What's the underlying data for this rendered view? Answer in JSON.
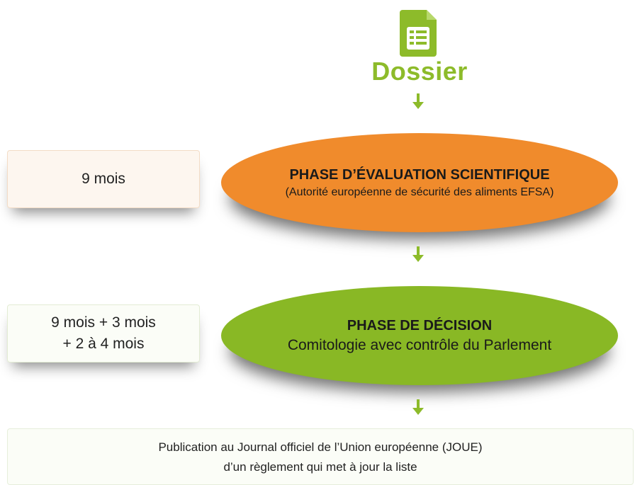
{
  "header": {
    "title": "Dossier",
    "icon": "document-icon"
  },
  "colors": {
    "green": "#8dbb2a",
    "orange": "#f08b2c",
    "ellipse_green": "#89b825"
  },
  "phase_evaluation": {
    "duration": "9 mois",
    "title": "PHASE D’ÉVALUATION SCIENTIFIQUE",
    "subtitle": "(Autorité européenne de sécurité des aliments EFSA)"
  },
  "phase_decision": {
    "duration_line1": "9 mois + 3 mois",
    "duration_line2": "+ 2 à 4 mois",
    "title": "PHASE DE DÉCISION",
    "subtitle": "Comitologie avec contrôle du Parlement"
  },
  "publication": {
    "line1": "Publication au Journal officiel de l’Union européenne (JOUE)",
    "line2": "d’un règlement qui met à jour la liste"
  }
}
